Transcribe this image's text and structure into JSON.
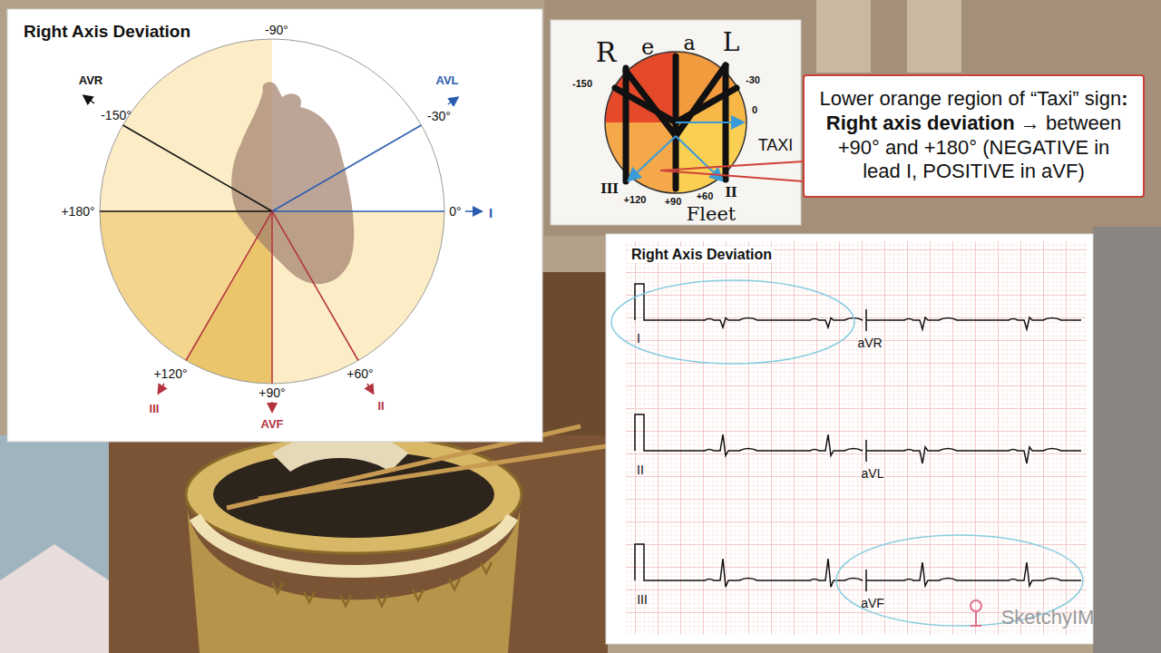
{
  "diagram": {
    "nodes": [
      {
        "text": [
          "Right Axis Deviation"
        ]
      },
      {
        "text": [
          "Lower orange region of “Taxi” sign",
          ": Right axis deviation",
          "→ between +90° and +180° (NEGATIVE in lead I, POSITIVE in aVF)"
        ]
      },
      {
        "text": [
          "Right Axis Deviation"
        ]
      }
    ],
    "labels": [
      "-90°",
      "AVR",
      "-150°",
      "AVL",
      "-30°",
      "+180°",
      "0°",
      "I",
      "+120°",
      "+90°",
      "+60°",
      "III",
      "AVF",
      "II",
      "R",
      "e",
      "a",
      "L",
      "-150",
      "-30",
      "0",
      "TAXI",
      "III",
      "+120",
      "+90",
      "+60",
      "II",
      "Fleet",
      "I",
      "aVR",
      "II",
      "aVL",
      "III",
      "aVF",
      "SketchyIM"
    ]
  }
}
